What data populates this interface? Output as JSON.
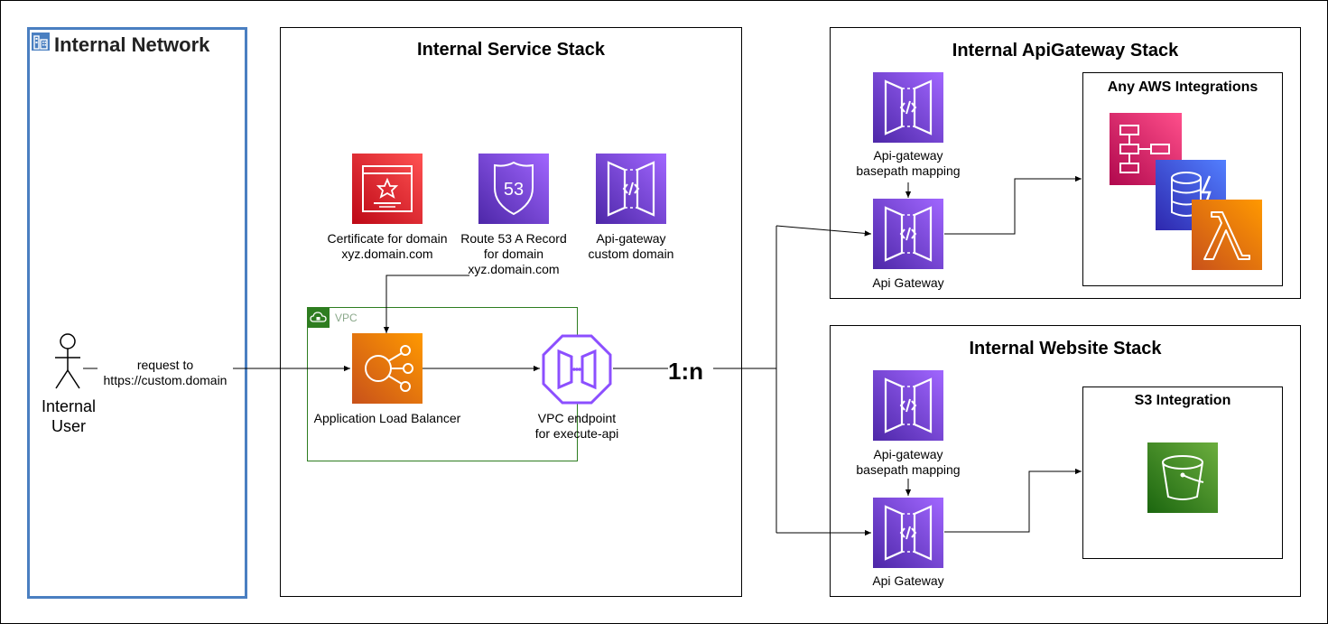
{
  "network": {
    "title": "Internal Network"
  },
  "user": {
    "line1": "Internal",
    "line2": "User"
  },
  "request": {
    "line1": "request to",
    "line2": "https://custom.domain"
  },
  "service_stack": {
    "title": "Internal Service Stack",
    "certificate": {
      "line1": "Certificate for domain",
      "line2": "xyz.domain.com"
    },
    "route53": {
      "badge": "53",
      "line1": "Route 53 A Record",
      "line2": "for domain",
      "line3": "xyz.domain.com"
    },
    "custom_domain": {
      "line1": "Api-gateway",
      "line2": "custom domain"
    },
    "vpc": {
      "label": "VPC"
    },
    "alb": {
      "label": "Application Load Balancer"
    },
    "endpoint": {
      "line1": "VPC endpoint",
      "line2": "for execute-api"
    }
  },
  "ratio": "1:n",
  "apigw_stack": {
    "title": "Internal ApiGateway Stack",
    "mapping": {
      "line1": "Api-gateway",
      "line2": "basepath mapping"
    },
    "gateway": {
      "label": "Api Gateway"
    },
    "integrations": {
      "title": "Any AWS Integrations"
    }
  },
  "website_stack": {
    "title": "Internal Website Stack",
    "mapping": {
      "line1": "Api-gateway",
      "line2": "basepath mapping"
    },
    "gateway": {
      "label": "Api Gateway"
    },
    "integration": {
      "title": "S3 Integration"
    }
  },
  "colors": {
    "network_border": "#4a7fc1",
    "vpc_border": "#2e7d20",
    "api_gateway": "#8c4fff",
    "certificate": "#e7262f",
    "alb": "#f58536",
    "step_functions": "#e7157b",
    "dynamodb": "#3b48cc",
    "lambda": "#f78e04",
    "s3": "#3f8624"
  },
  "icons": [
    "building-icon",
    "user-icon",
    "certificate-icon",
    "route53-icon",
    "api-gateway-icon",
    "alb-icon",
    "vpc-endpoint-icon",
    "step-functions-icon",
    "dynamodb-icon",
    "lambda-icon",
    "s3-bucket-icon",
    "lock-cloud-icon"
  ]
}
